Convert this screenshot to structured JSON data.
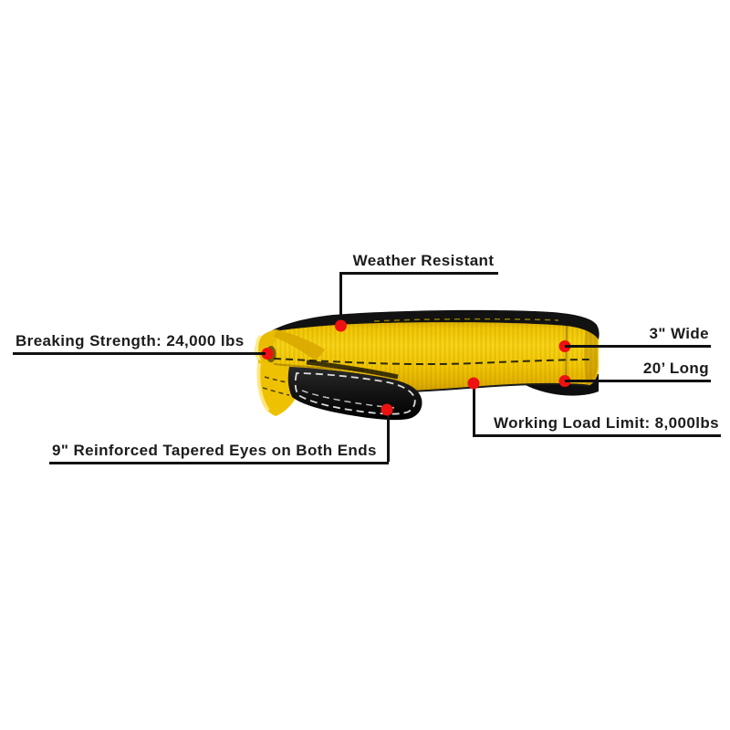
{
  "diagram": {
    "title": "annotated product diagram of a coiled yellow tow strap",
    "background": "#ffffff",
    "colors": {
      "webbing_yellow": "#f2c604",
      "webbing_shadow": "#cf9e00",
      "webbing_highlight": "#ffec8f",
      "fabric_black": "#141414",
      "stitch_white": "#e6e6e6",
      "callout_dot_red": "#ee1111",
      "callout_line": "#111111",
      "text": "#1c1c1c"
    },
    "callouts": {
      "weather": {
        "label": "Weather Resistant"
      },
      "breaking_strength": {
        "label": "Breaking Strength: 24,000 lbs"
      },
      "width": {
        "label": "3\" Wide"
      },
      "length": {
        "label": "20’ Long"
      },
      "working_load_limit": {
        "label": "Working Load Limit: 8,000lbs"
      },
      "tapered_eyes": {
        "label": "9\" Reinforced Tapered Eyes on Both Ends"
      }
    }
  }
}
